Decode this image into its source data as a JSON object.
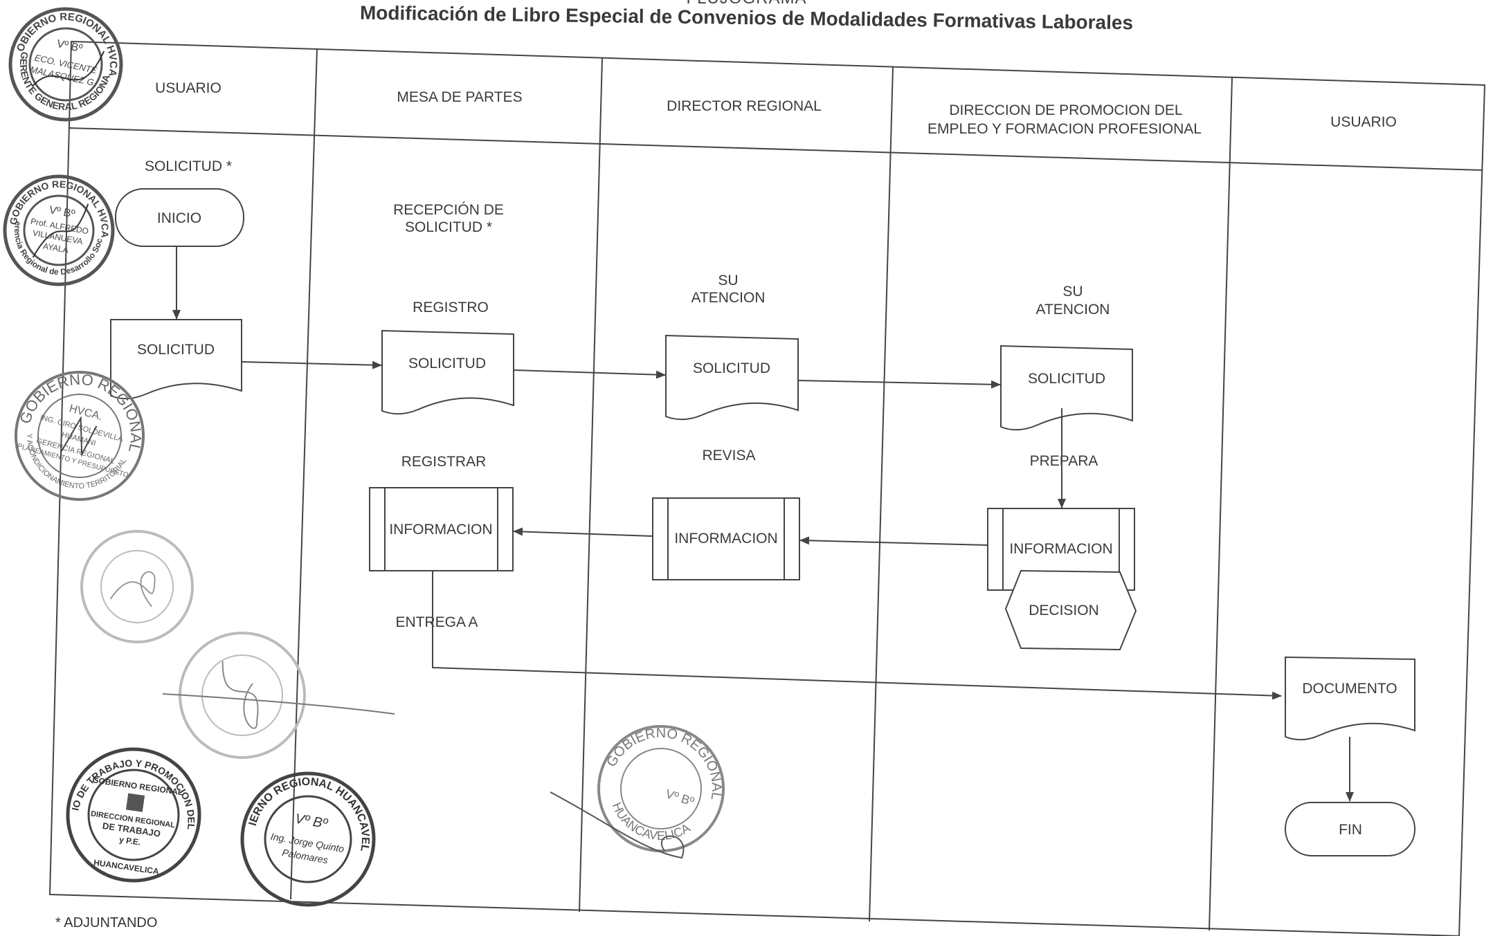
{
  "page": {
    "top_title": "FLUJOGRAMA",
    "title": "Modificación de Libro Especial de Convenios de Modalidades Formativas Laborales",
    "footnote": "* ADJUNTANDO"
  },
  "lanes": [
    "USUARIO",
    "MESA DE PARTES",
    "DIRECTOR REGIONAL",
    "DIRECCION DE PROMOCION DEL",
    "EMPLEO Y FORMACION PROFESIONAL",
    "USUARIO"
  ],
  "labels": {
    "solicitud_usuario": "SOLICITUD *",
    "recepcion_1": "RECEPCIÓN DE",
    "recepcion_2": "SOLICITUD *",
    "registro": "REGISTRO",
    "su_1": "SU",
    "atencion_1": "ATENCION",
    "su_2": "SU",
    "atencion_2": "ATENCION",
    "registrar": "REGISTRAR",
    "revisa": "REVISA",
    "prepara": "PREPARA",
    "entrega": "ENTREGA  A"
  },
  "shapes": {
    "inicio": "INICIO",
    "solicitud": "SOLICITUD",
    "informacion": "INFORMACION",
    "decision": "DECISION",
    "documento": "DOCUMENTO",
    "fin": "FIN"
  },
  "stamps": {
    "s1_ring": "GOBIERNO REGIONAL HVCA.",
    "s1_bottom": "GERENTE GENERAL REGIONAL",
    "s1_vb": "Vº Bº",
    "s1_name1": "ECO. VICENTE",
    "s1_name2": "MALASQUEZ G.",
    "s2_ring": "GOBIERNO REGIONAL HVCA.",
    "s2_bottom": "Gerencia Regional de Desarrollo Social",
    "s2_vb": "Vº Bº",
    "s2_name1": "Prof. ALFREDO",
    "s2_name2": "VILLANUEVA",
    "s2_name3": "AYALA",
    "s3_ring": "GOBIERNO REGIONAL",
    "s3_city": "HVCA.",
    "s3_name": "ING. CIRO SOLDEVILLA",
    "s3_name2": "HUAMANI",
    "s3_bottom1": "GERENCIA REGIONAL",
    "s3_bottom2": "PLANEAMIENTO Y PRESUPUESTO",
    "s3_bottom3": "Y ACONDICIONAMIENTO TERRITORIAL",
    "s6_ring": "MINISTERIO DE TRABAJO Y PROMOCION DEL EMPLEO",
    "s6_inner": "GOBIERNO REGIONAL",
    "s6_c1": "DIRECCION REGIONAL",
    "s6_c2": "DE TRABAJO",
    "s6_c3": "y P.E.",
    "s6_c4": "HUANCAVELICA",
    "s7_ring": "GOBIERNO REGIONAL HUANCAVELICA",
    "s7_vb": "Vº Bº",
    "s7_name1": "Ing. Jorge Quinto",
    "s7_name2": "Palomares",
    "s8_ring": "GOBIERNO REGIONAL",
    "s8_city": "HUANCAVELICA",
    "s8_vb": "Vº Bº"
  }
}
